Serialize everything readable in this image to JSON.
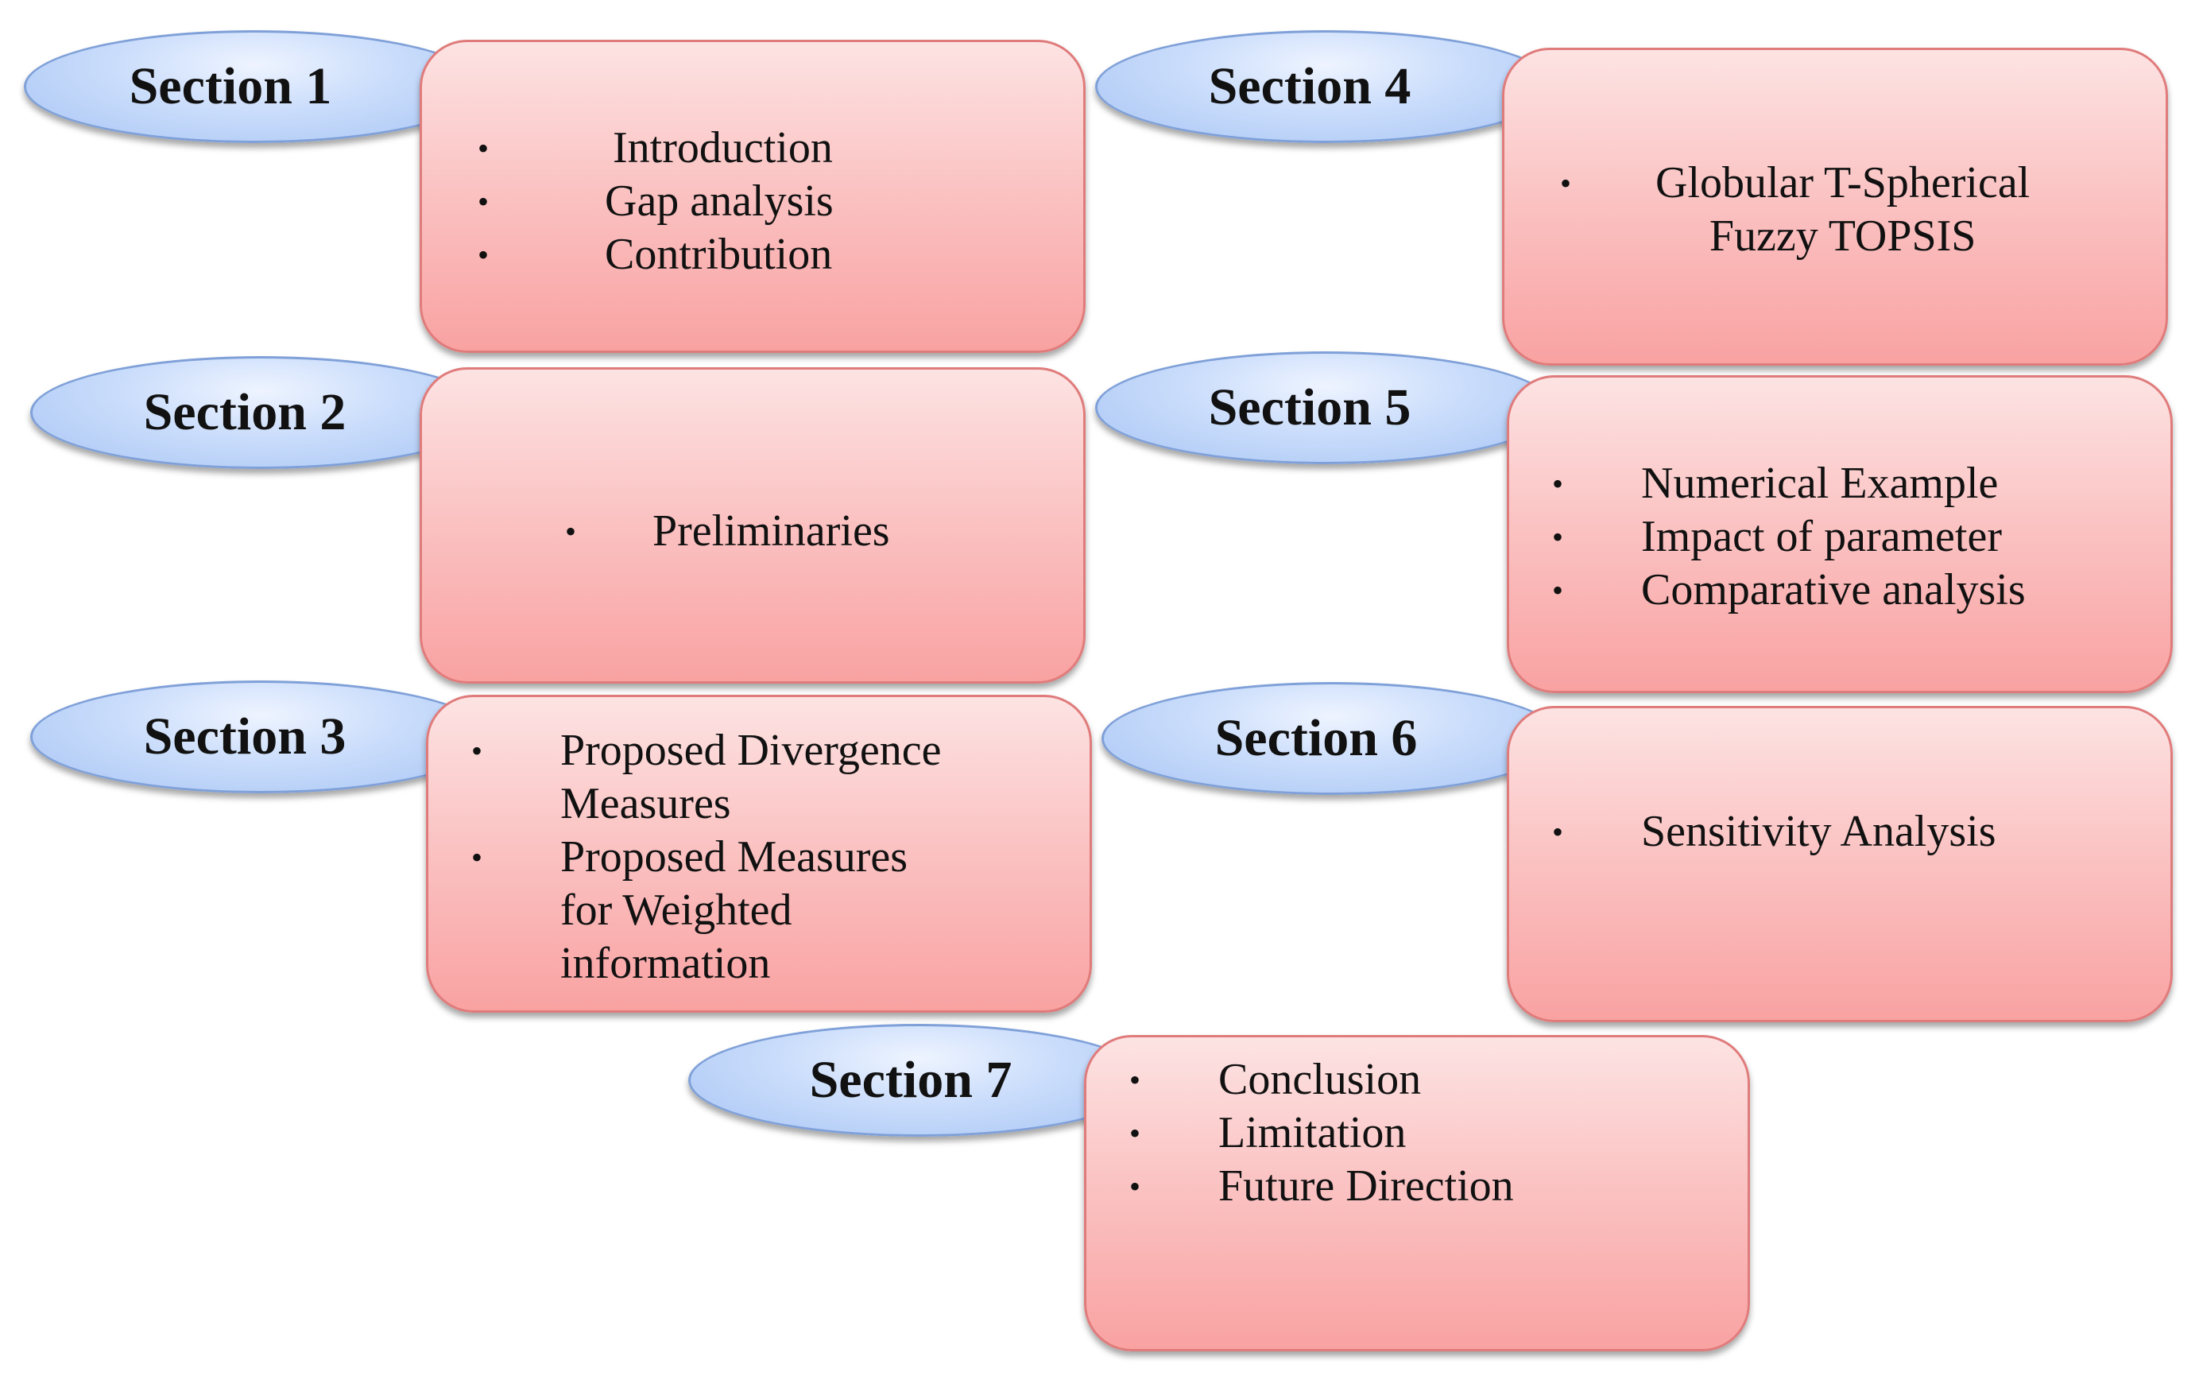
{
  "sections": [
    {
      "label": "Section 1",
      "items": [
        "Introduction",
        "Gap analysis",
        "Contribution"
      ]
    },
    {
      "label": "Section 2",
      "items": [
        "Preliminaries"
      ]
    },
    {
      "label": "Section 3",
      "items": [
        "Proposed Divergence\nMeasures",
        "Proposed Measures\nfor Weighted\ninformation"
      ]
    },
    {
      "label": "Section 4",
      "items": [
        "Globular T-Spherical\nFuzzy TOPSIS"
      ]
    },
    {
      "label": "Section 5",
      "items": [
        "Numerical Example",
        "Impact of parameter",
        "Comparative analysis"
      ]
    },
    {
      "label": "Section 6",
      "items": [
        "Sensitivity Analysis"
      ]
    },
    {
      "label": "Section 7",
      "items": [
        "Conclusion",
        "Limitation",
        "Future Direction"
      ]
    }
  ],
  "colors": {
    "oval_fill": "#c9dcfb",
    "oval_border": "#7fa0d8",
    "box_fill": "#fbc4c4",
    "box_border": "#e07b7b"
  }
}
